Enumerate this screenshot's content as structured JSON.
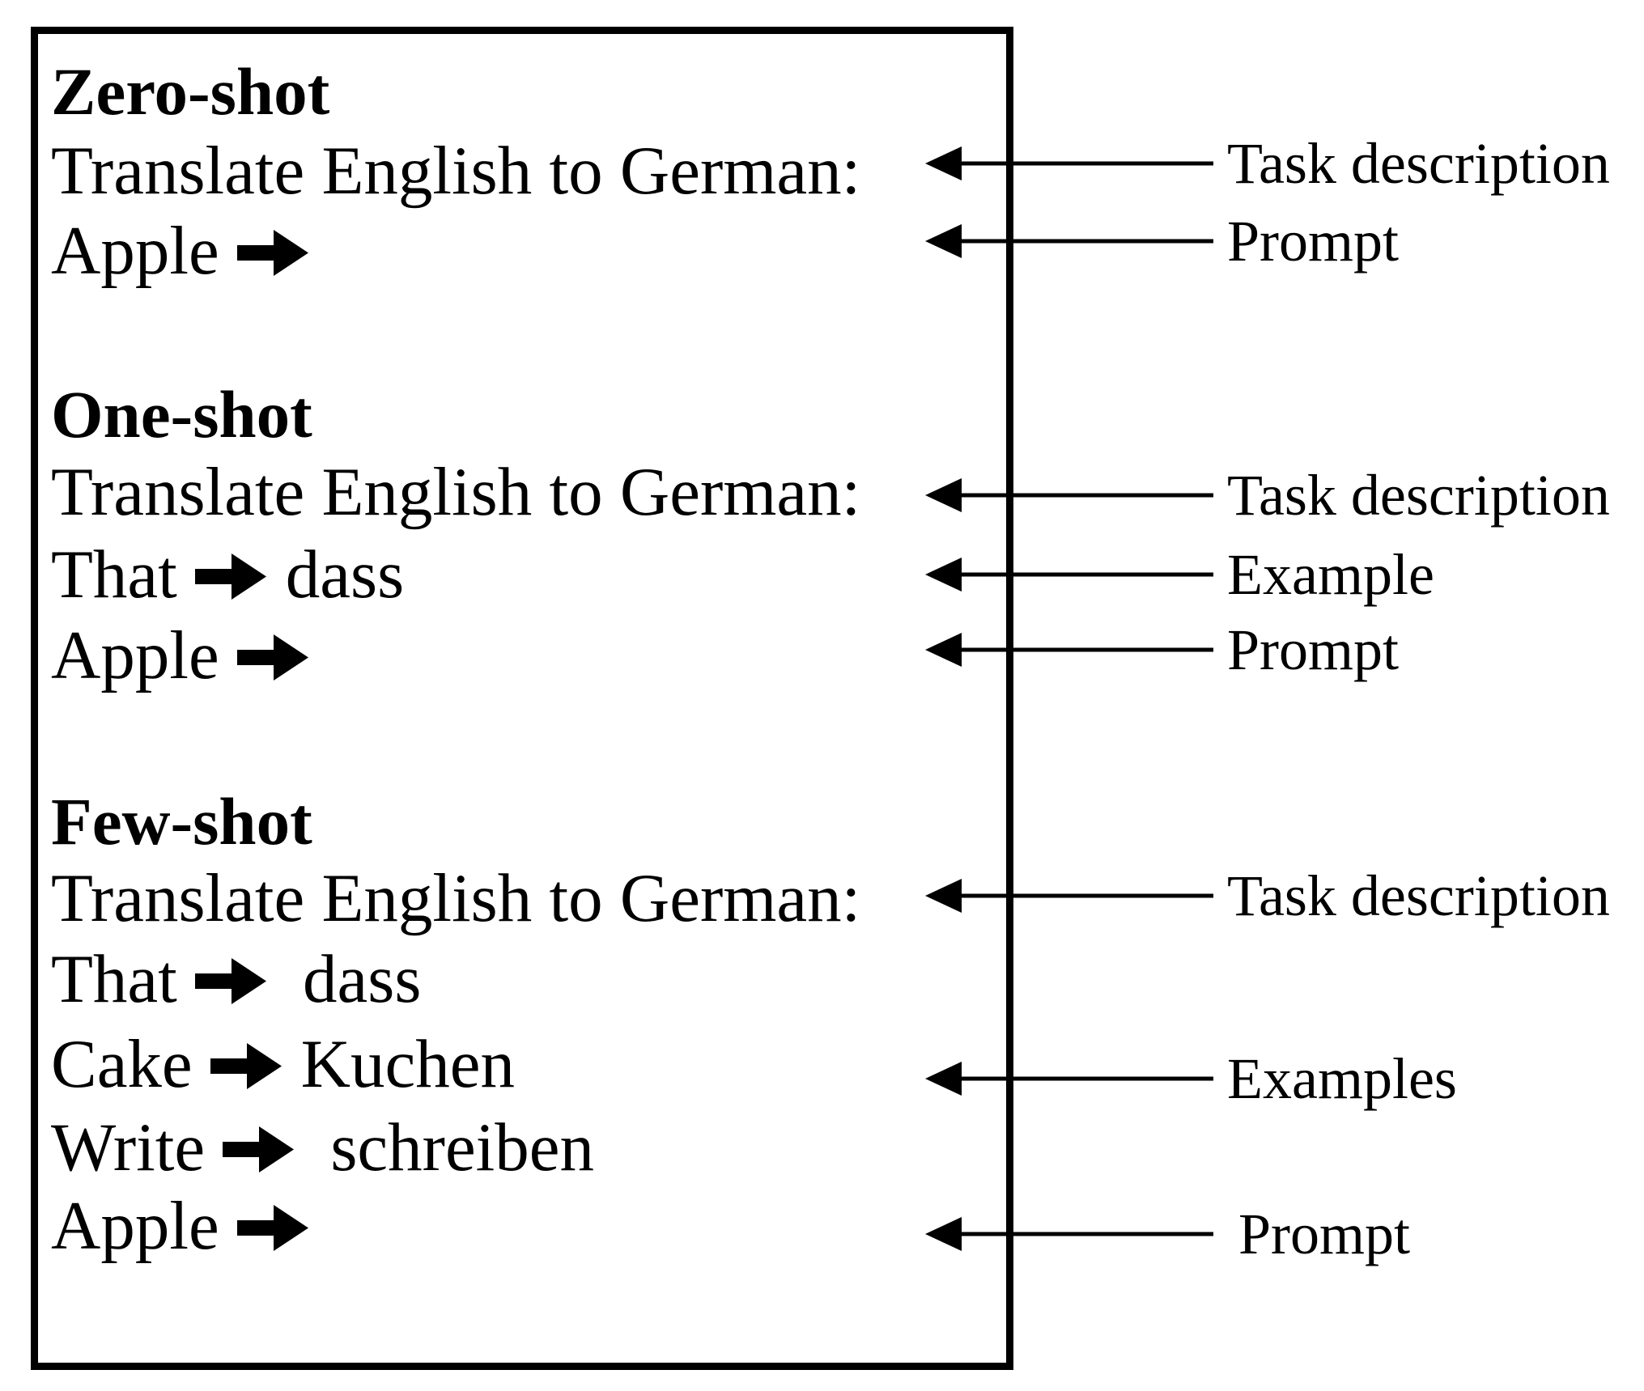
{
  "figure": {
    "colors": {
      "ink": "#000000",
      "background": "#ffffff"
    },
    "sections": [
      {
        "id": "zero-shot",
        "heading": "Zero-shot",
        "lines": [
          {
            "text": "Translate English to German:"
          },
          {
            "before": "Apple",
            "arrow": true,
            "after": ""
          }
        ]
      },
      {
        "id": "one-shot",
        "heading": "One-shot",
        "lines": [
          {
            "text": "Translate English to German:"
          },
          {
            "before": "That",
            "arrow": true,
            "after": "dass"
          },
          {
            "before": "Apple",
            "arrow": true,
            "after": ""
          }
        ]
      },
      {
        "id": "few-shot",
        "heading": "Few-shot",
        "lines": [
          {
            "text": "Translate English to German:"
          },
          {
            "before": "That",
            "arrow": true,
            "after": " dass"
          },
          {
            "before": "Cake",
            "arrow": true,
            "after": "Kuchen"
          },
          {
            "before": "Write",
            "arrow": true,
            "after": " schreiben"
          },
          {
            "before": "Apple",
            "arrow": true,
            "after": ""
          }
        ]
      }
    ],
    "annotations": [
      {
        "label": "Task description",
        "section": "zero-shot",
        "line": 0
      },
      {
        "label": "Prompt",
        "section": "zero-shot",
        "line": 1
      },
      {
        "label": "Task description",
        "section": "one-shot",
        "line": 0
      },
      {
        "label": "Example",
        "section": "one-shot",
        "line": 1
      },
      {
        "label": "Prompt",
        "section": "one-shot",
        "line": 2
      },
      {
        "label": "Task description",
        "section": "few-shot",
        "line": 0
      },
      {
        "label": "Examples",
        "section": "few-shot",
        "line": 2
      },
      {
        "label": "Prompt",
        "section": "few-shot",
        "line": 4
      }
    ]
  }
}
